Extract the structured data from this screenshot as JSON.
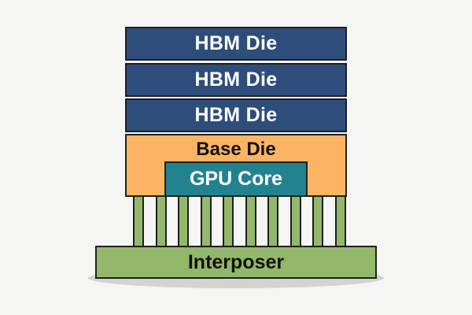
{
  "diagram": {
    "hbm_stack": [
      {
        "label": "HBM Die"
      },
      {
        "label": "HBM Die"
      },
      {
        "label": "HBM Die"
      }
    ],
    "base_die": {
      "label": "Base Die"
    },
    "gpu_core": {
      "label": "GPU Core"
    },
    "interposer": {
      "label": "Interposer"
    },
    "micro_bump_count": 10,
    "colors": {
      "hbm": "#2e4d7b",
      "base_die": "#fbb562",
      "gpu_core": "#22838f",
      "interposer": "#93b86b",
      "outline": "#1f1f1f",
      "background": "#f5f5f4"
    }
  }
}
